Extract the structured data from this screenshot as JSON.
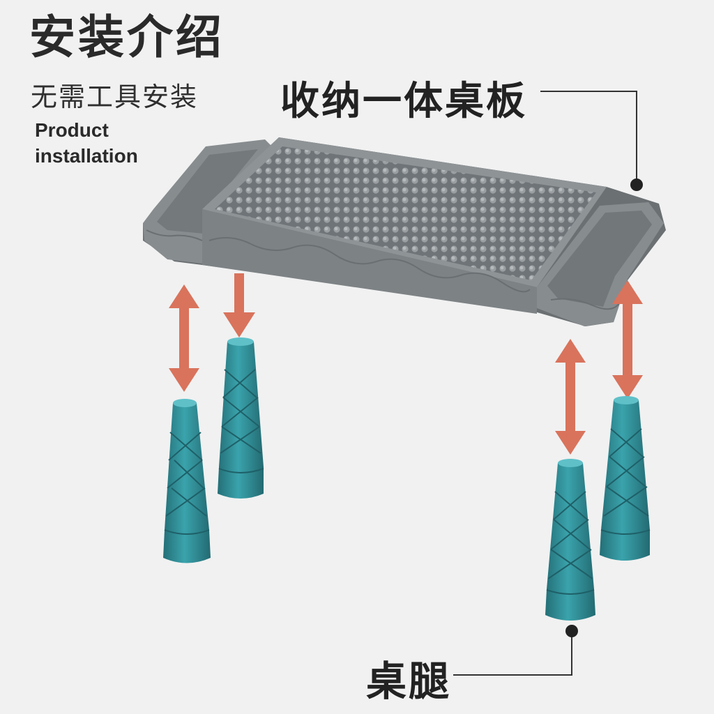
{
  "heading": {
    "title": "安装介绍",
    "subtitle": "无需工具安装",
    "english_line1": "Product",
    "english_line2": "installation"
  },
  "callouts": {
    "board": "收纳一体桌板",
    "leg": "桌腿"
  },
  "colors": {
    "background": "#f1f1f1",
    "board_gray": "#7f8487",
    "leg_teal": "#2f8f98",
    "arrow": "#d9735c",
    "text": "#222222"
  },
  "icons": [
    "double-arrow-icon",
    "down-arrow-icon",
    "callout-dot-icon"
  ]
}
